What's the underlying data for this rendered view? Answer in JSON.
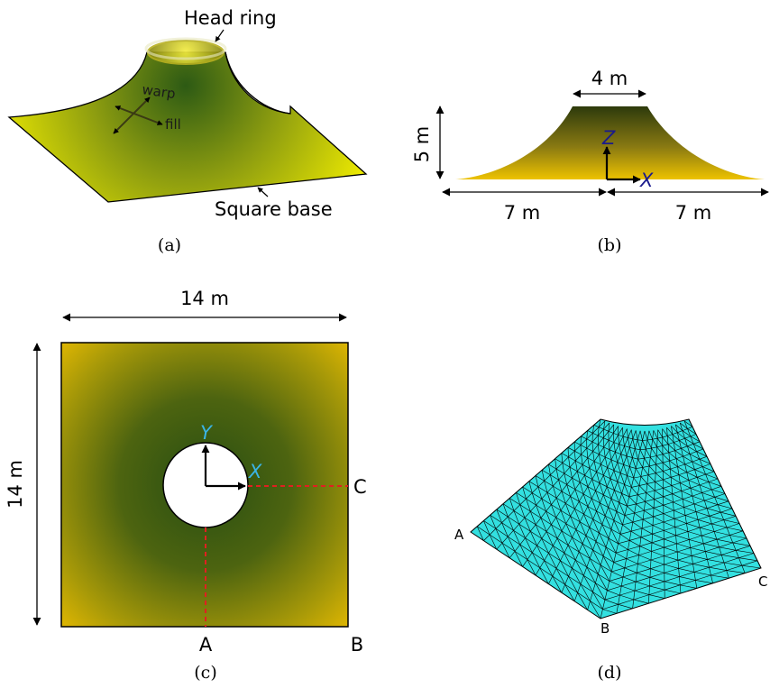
{
  "panel_a": {
    "caption": "(a)",
    "head_ring_label": "Head ring",
    "square_base_label": "Square base",
    "warp_label": "warp",
    "fill_label": "fill"
  },
  "panel_b": {
    "caption": "(b)",
    "top_width": "4 m",
    "height": "5 m",
    "left_half": "7 m",
    "right_half": "7 m",
    "z_axis": "Z",
    "x_axis": "X"
  },
  "panel_c": {
    "caption": "(c)",
    "width": "14 m",
    "height": "14 m",
    "y_axis": "Y",
    "x_axis": "X",
    "point_a": "A",
    "point_b": "B",
    "point_c": "C"
  },
  "panel_d": {
    "caption": "(d)",
    "point_a": "A",
    "point_b": "B",
    "point_c": "C"
  },
  "colors": {
    "fabric_light": "#f0dc00",
    "fabric_dark": "#2d5a14",
    "mesh_fill": "#33e0e0",
    "section_line": "#e02020",
    "axis_label": "#3ab4e6",
    "axis_label_b": "#1a1a8c"
  }
}
